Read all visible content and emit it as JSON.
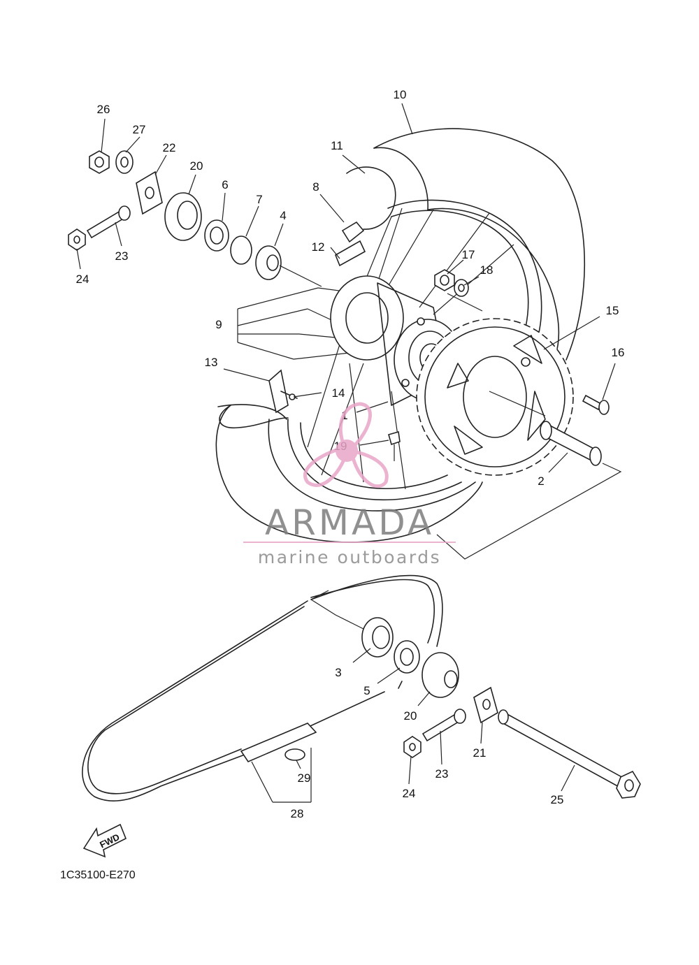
{
  "diagram_code": "1C35100-E270",
  "fwd_label": "FWD",
  "watermark": {
    "brand": "ARMADA",
    "tagline": "marine outboards",
    "accent_color": "#e8a6c8"
  },
  "callouts": [
    "1",
    "2",
    "3",
    "4",
    "5",
    "6",
    "7",
    "8",
    "9",
    "10",
    "11",
    "12",
    "13",
    "14",
    "15",
    "16",
    "17",
    "18",
    "19",
    "20",
    "20",
    "21",
    "22",
    "23",
    "23",
    "24",
    "24",
    "25",
    "26",
    "27",
    "28",
    "29"
  ]
}
